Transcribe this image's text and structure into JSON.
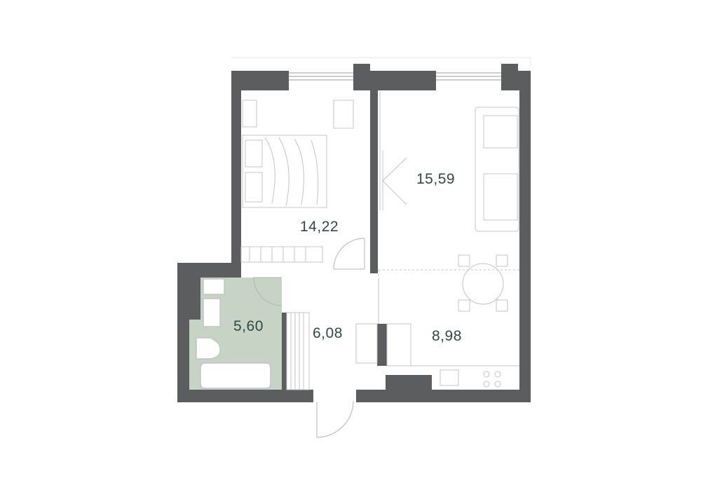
{
  "colors": {
    "wall": "#5c5d5f",
    "bath_fill": "#c6d3c5",
    "furniture_line": "#c4c4c4",
    "door_line": "#b4b4b4",
    "label_text": "#2e4a45"
  },
  "rooms": [
    {
      "id": "bedroom",
      "area": "14,22"
    },
    {
      "id": "living-room",
      "area": "15,59"
    },
    {
      "id": "bathroom",
      "area": "5,60"
    },
    {
      "id": "hallway",
      "area": "6,08"
    },
    {
      "id": "kitchen",
      "area": "8,98"
    }
  ]
}
